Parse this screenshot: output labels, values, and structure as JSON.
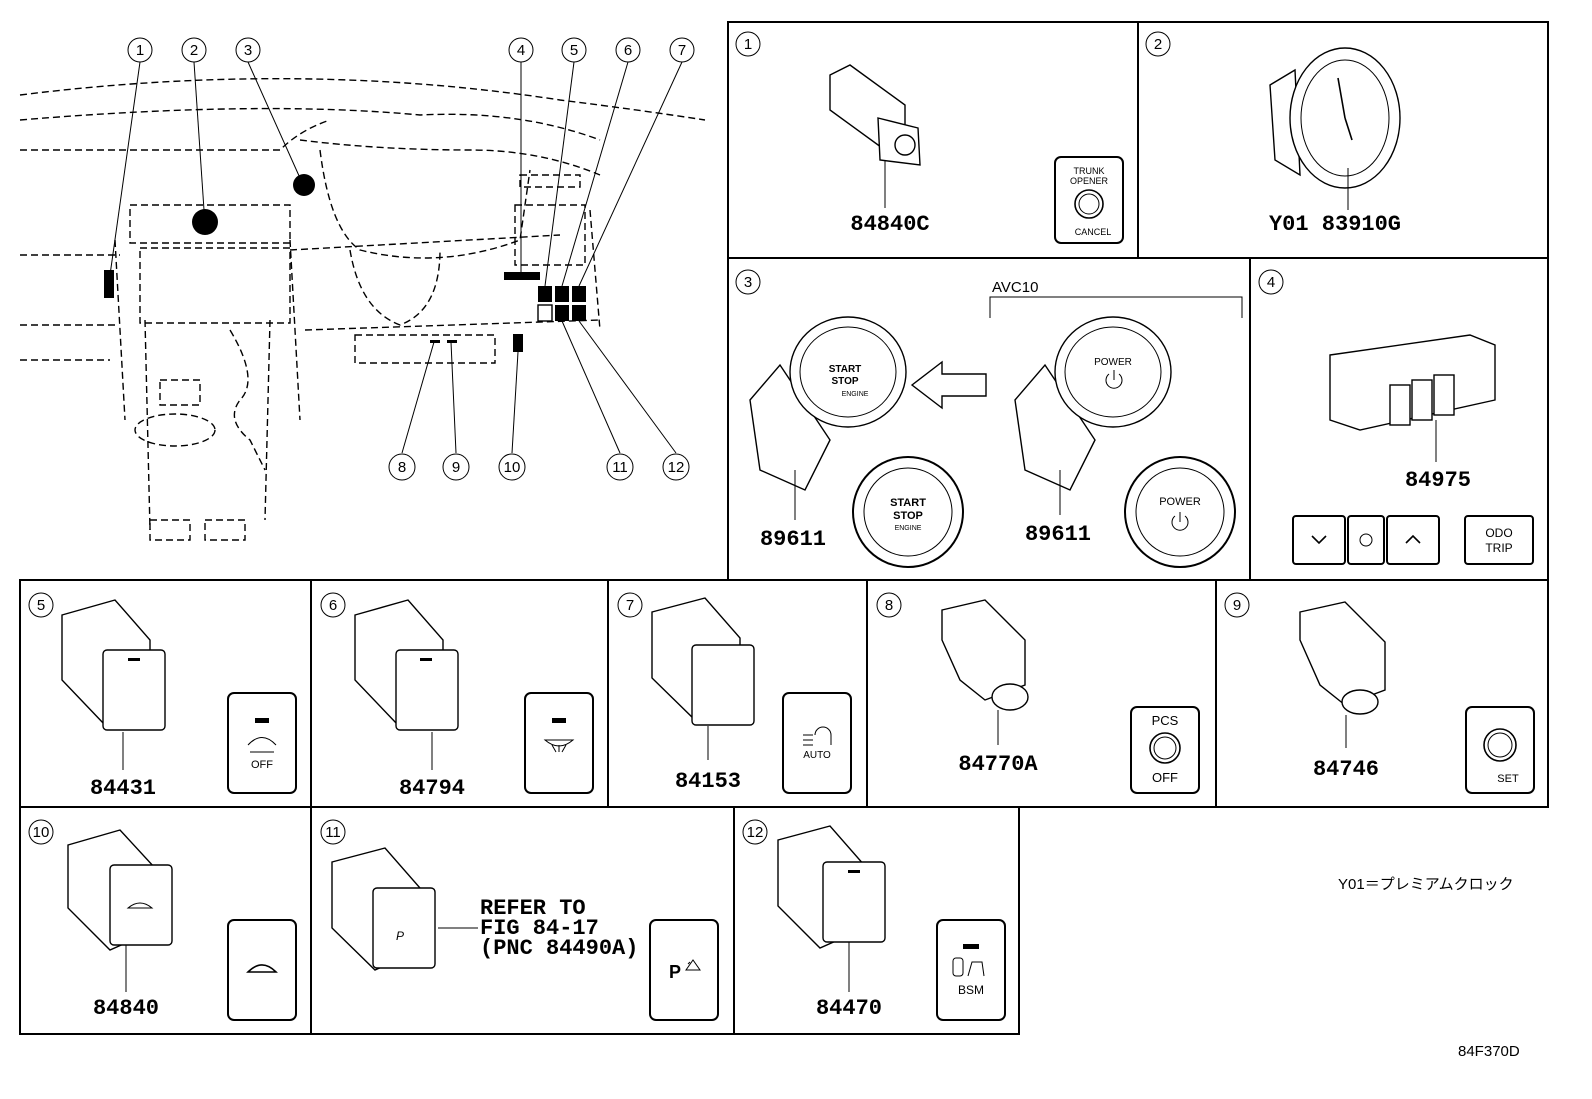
{
  "callouts": [
    "1",
    "2",
    "3",
    "4",
    "5",
    "6",
    "7",
    "8",
    "9",
    "10",
    "11",
    "12"
  ],
  "panels": {
    "p1": {
      "num": "1",
      "pnc": "84840C",
      "btn_lines": [
        "TRUNK",
        "OPENER"
      ],
      "btn_sub": "CANCEL"
    },
    "p2": {
      "num": "2",
      "pnc": "Y01 83910G"
    },
    "p3": {
      "num": "3",
      "variant": "AVC10",
      "pnc_left": "89611",
      "pnc_right": "89611",
      "btn_left": [
        "START",
        "STOP",
        "ENGINE"
      ],
      "btn_right": "POWER"
    },
    "p4": {
      "num": "4",
      "pnc": "84975",
      "odo": "ODO",
      "trip": "TRIP"
    },
    "p5": {
      "num": "5",
      "pnc": "84431",
      "btn_label": "OFF"
    },
    "p6": {
      "num": "6",
      "pnc": "84794"
    },
    "p7": {
      "num": "7",
      "pnc": "84153",
      "btn_label": "AUTO"
    },
    "p8": {
      "num": "8",
      "pnc": "84770A",
      "btn_top": "PCS",
      "btn_bottom": "OFF"
    },
    "p9": {
      "num": "9",
      "pnc": "84746",
      "btn_label": "SET"
    },
    "p10": {
      "num": "10",
      "pnc": "84840"
    },
    "p11": {
      "num": "11",
      "refer": [
        "REFER TO",
        "FIG 84-17",
        "(PNC 84490A)"
      ],
      "btn_label": "P"
    },
    "p12": {
      "num": "12",
      "pnc": "84470",
      "btn_label": "BSM"
    }
  },
  "legend": "Y01＝プレミアムクロック",
  "figure_id": "84F370D",
  "icons": [
    "trunk-icon",
    "clock-icon",
    "power-icon",
    "defog-icon",
    "headlamp-auto-icon",
    "vsc-icon",
    "parking-sensor-icon",
    "bsm-icon",
    "arrow-left-icon"
  ]
}
